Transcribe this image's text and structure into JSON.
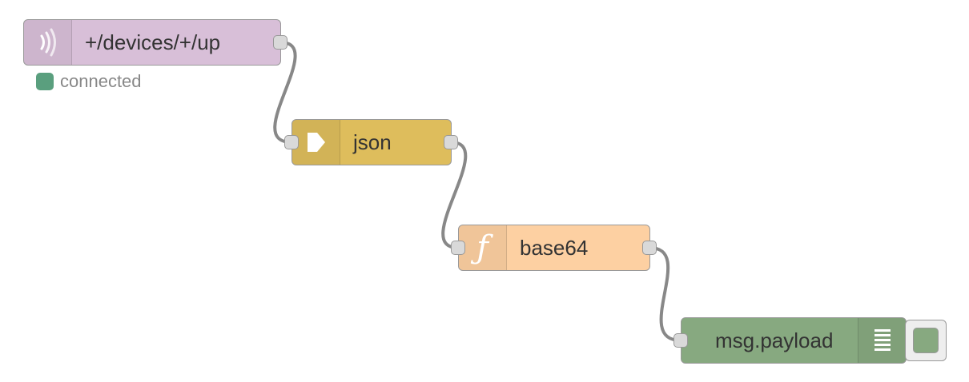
{
  "flow": {
    "nodes": [
      {
        "id": "mqtt-in",
        "type": "mqtt in",
        "label": "+/devices/+/up",
        "color": "#d8bfd8",
        "icon": "bridge-icon"
      },
      {
        "id": "json",
        "type": "json",
        "label": "json",
        "color": "#debd5c",
        "icon": "arrow-in-icon"
      },
      {
        "id": "function",
        "type": "function",
        "label": "base64",
        "color": "#fdd0a2",
        "icon": "function-icon"
      },
      {
        "id": "debug",
        "type": "debug",
        "label": "msg.payload",
        "color": "#87a980",
        "icon": "debug-icon"
      }
    ],
    "status": {
      "text": "connected",
      "color": "#5a9f7e"
    },
    "wire_color": "#888888"
  }
}
